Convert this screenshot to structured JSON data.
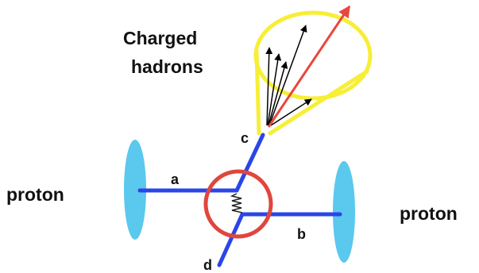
{
  "labels": {
    "charged_hadrons_line1": "Charged",
    "charged_hadrons_line2": "hadrons",
    "proton_left": "proton",
    "proton_right": "proton",
    "parton_a": "a",
    "parton_b": "b",
    "parton_c": "c",
    "parton_d": "d"
  },
  "colors": {
    "proton": "#5bc8ee",
    "parton_line": "#2a45e8",
    "interaction_circle": "#e0463c",
    "cone": "#f7ee37",
    "jet_axis": "#e8473d",
    "hadron_arrow": "#000000",
    "text": "#111111"
  }
}
